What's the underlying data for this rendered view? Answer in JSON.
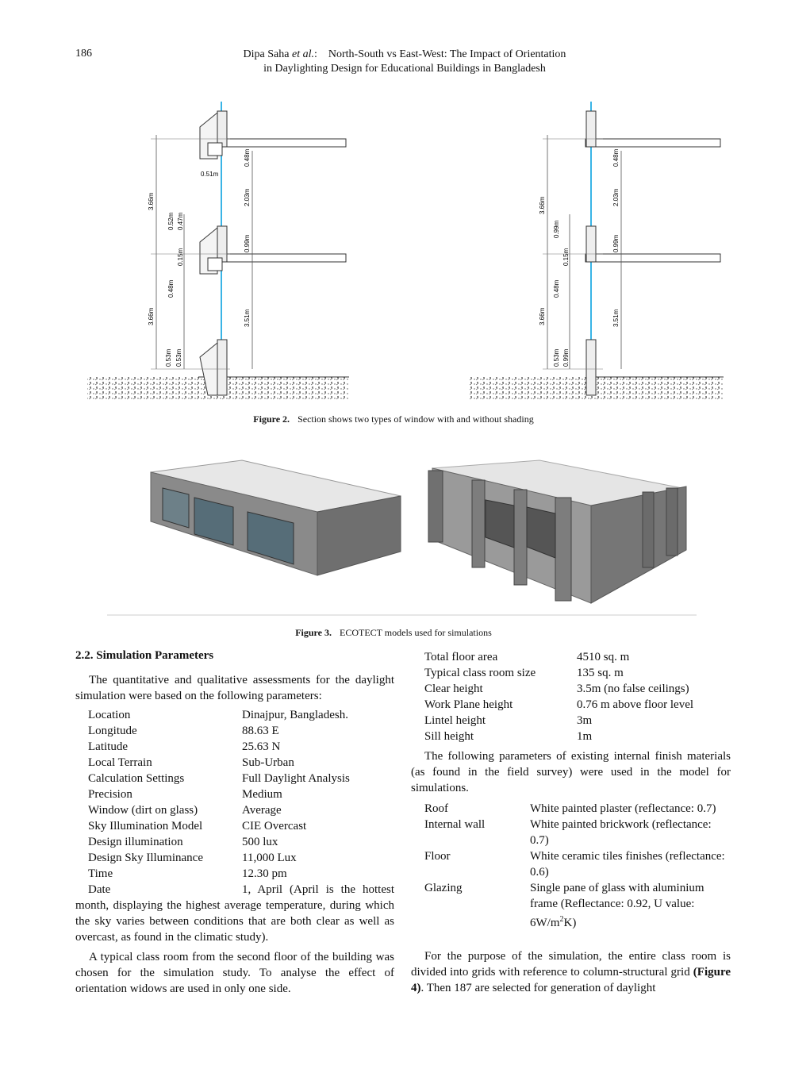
{
  "header": {
    "page_number": "186",
    "authors": "Dipa Saha ",
    "et_al": "et al.",
    "after_et_al": ":",
    "title_line1": "North-South vs East-West: The Impact of Orientation",
    "title_line2": "in Daylighting Design for Educational Buildings in Bangladesh"
  },
  "figure2": {
    "label": "Figure 2.",
    "caption": "Section shows two types of window with and without shading",
    "left_dims": [
      "0.48m",
      "0.51m",
      "2.03m",
      "3.66m",
      "0.52m",
      "0.47m",
      "0.15m",
      "0.99m",
      "0.48m",
      "3.66m",
      "3.51m",
      "0.53m",
      "0.53m"
    ],
    "right_dims": [
      "0.48m",
      "2.03m",
      "3.66m",
      "0.99m",
      "0.15m",
      "0.99m",
      "0.48m",
      "3.66m",
      "3.51m",
      "0.53m",
      "0.99m"
    ]
  },
  "figure3": {
    "label": "Figure 3.",
    "caption": "ECOTECT models used for simulations"
  },
  "section": {
    "title": "2.2. Simulation Parameters",
    "intro": "The quantitative and qualitative assessments for the daylight simulation were based on the following parameters:",
    "params": [
      {
        "k": "Location",
        "v": "Dinajpur, Bangladesh."
      },
      {
        "k": "Longitude",
        "v": "88.63 E"
      },
      {
        "k": "Latitude",
        "v": "25.63 N"
      },
      {
        "k": "Local Terrain",
        "v": "Sub-Urban"
      },
      {
        "k": "Calculation Settings",
        "v": "Full Daylight Analysis"
      },
      {
        "k": "Precision",
        "v": "Medium"
      },
      {
        "k": "Window (dirt on glass)",
        "v": "Average"
      },
      {
        "k": "Sky Illumination Model",
        "v": "CIE Overcast"
      },
      {
        "k": "Design illumination",
        "v": "500 lux"
      },
      {
        "k": "Design Sky Illuminance",
        "v": "11,000 Lux"
      },
      {
        "k": "Time",
        "v": "12.30 pm"
      }
    ],
    "date_key": "Date",
    "date_value": "1, April (April is the hottest",
    "date_continuation": "month, displaying the highest average temperature, during which the sky varies between conditions that are both clear as well as overcast, as found in the climatic study).",
    "para2": "A typical class room from the second floor of the building was chosen for the simulation study. To analyse the effect of orientation widows are used in only one side.",
    "right_params": [
      {
        "k": "Total floor area",
        "v": "4510 sq. m"
      },
      {
        "k": "Typical class room size",
        "v": "135 sq. m"
      },
      {
        "k": "Clear height",
        "v": "3.5m (no false ceilings)"
      },
      {
        "k": "Work Plane height",
        "v": "0.76 m above floor level"
      },
      {
        "k": "Lintel height",
        "v": "3m"
      },
      {
        "k": "Sill height",
        "v": "1m"
      }
    ],
    "para3": "The following parameters of existing internal finish materials (as found in the field survey) were used in the model for simulations.",
    "finishes": [
      {
        "k": "Roof",
        "v": "White painted plaster (reflectance: 0.7)"
      },
      {
        "k": "Internal wall",
        "v": "White painted brickwork (reflectance: 0.7)"
      },
      {
        "k": "Floor",
        "v": "White ceramic tiles finishes (reflectance: 0.6)"
      },
      {
        "k": "Glazing",
        "v": "Single pane of glass with aluminium frame (Reflectance: 0.92, U value: 6W/m",
        "sup": "2",
        "tail": "K)"
      }
    ],
    "para4_a": "For the purpose of the simulation, the entire class room is divided into grids with reference to column-structural grid ",
    "para4_ref": "(Figure 4)",
    "para4_b": ". Then 187 are selected for generation of daylight"
  }
}
